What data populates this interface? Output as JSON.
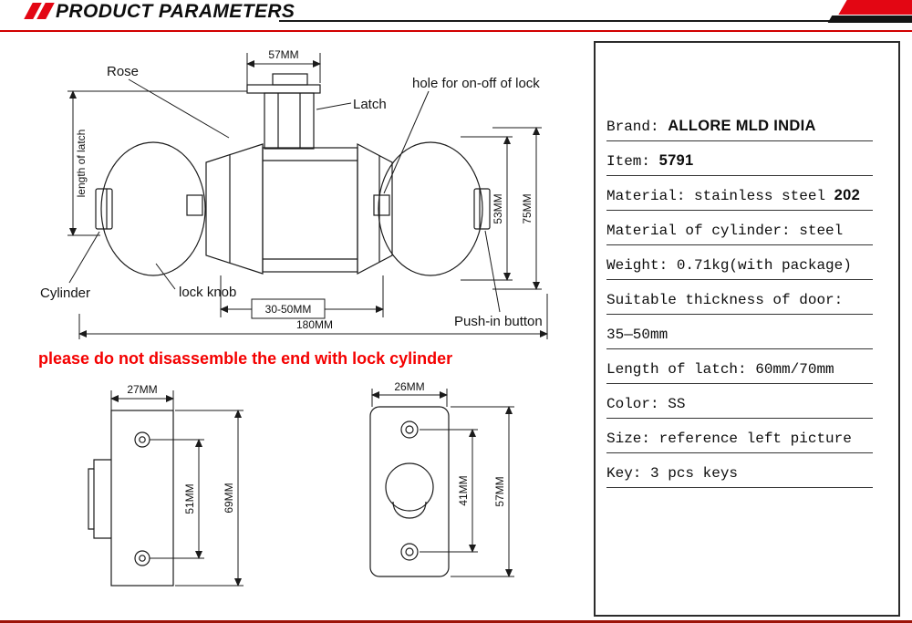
{
  "header": {
    "title": "PRODUCT PARAMETERS"
  },
  "diagram": {
    "labels": {
      "rose": "Rose",
      "latch": "Latch",
      "hole_onoff": "hole for on-off of lock",
      "length_of_latch": "length of latch",
      "cylinder": "Cylinder",
      "lock_knob": "lock knob",
      "push_in_button": "Push-in button",
      "warning": "please do not disassemble the end with lock cylinder"
    },
    "dims": {
      "top_width": "57MM",
      "knob_diameter": "53MM",
      "rose_diameter": "75MM",
      "door_range": "30-50MM",
      "total_length": "180MM",
      "plate1_width": "27MM",
      "plate1_holes": "51MM",
      "plate1_height": "69MM",
      "plate2_width": "26MM",
      "plate2_holes": "41MM",
      "plate2_height": "57MM"
    }
  },
  "specs": {
    "rows": [
      {
        "text": "Brand: ",
        "bold": "ALLORE MLD INDIA"
      },
      {
        "text": "Item: ",
        "bold": "5791"
      },
      {
        "text": "Material: stainless steel ",
        "bold": "202"
      },
      {
        "text": "Material of cylinder: steel",
        "bold": ""
      },
      {
        "text": "Weight: 0.71kg(with package)",
        "bold": ""
      },
      {
        "text": "Suitable thickness of door:",
        "bold": ""
      },
      {
        "text": "35—50mm",
        "bold": ""
      },
      {
        "text": "Length of latch: 60mm/70mm",
        "bold": ""
      },
      {
        "text": "Color: SS",
        "bold": ""
      },
      {
        "text": "Size: reference left picture",
        "bold": ""
      },
      {
        "text": "Key: 3 pcs keys",
        "bold": ""
      }
    ]
  }
}
